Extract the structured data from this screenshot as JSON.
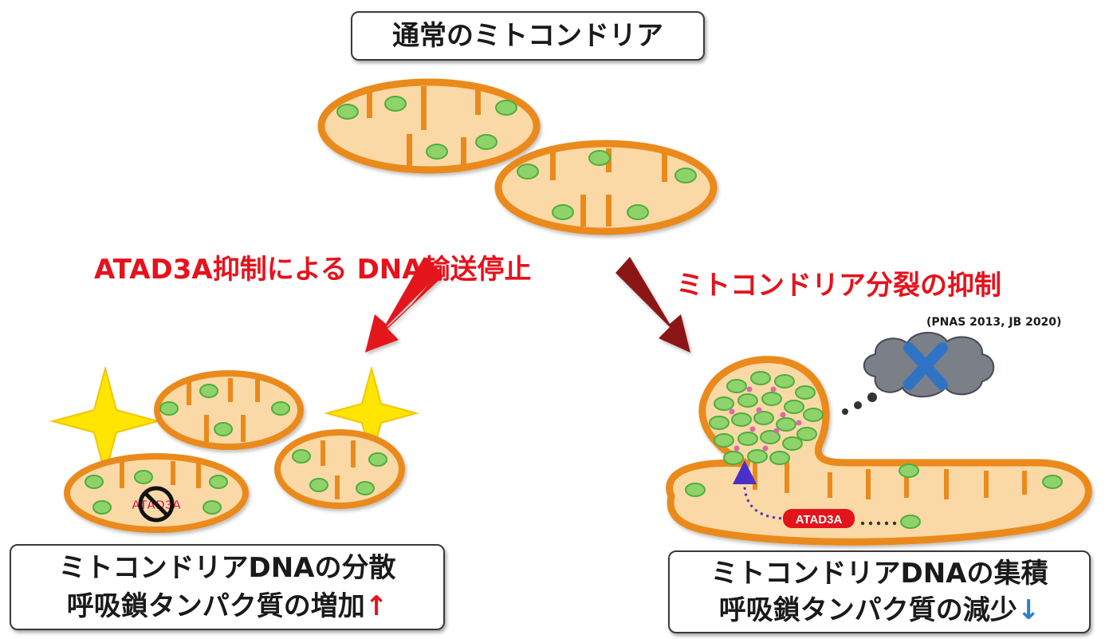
{
  "title": "通常のミトコンドリア",
  "left_branch": {
    "label_lines": [
      "ATAD3A抑制による",
      "DNA輸送停止"
    ],
    "result_lines": [
      "ミトコンドリアDNAの分散",
      "呼吸鎖タンパク質の増加"
    ],
    "trend_arrow": "↑",
    "protein_label": "ATAD3A"
  },
  "right_branch": {
    "label": "ミトコンドリア分裂の抑制",
    "citation": "(PNAS 2013, JB 2020)",
    "result_lines": [
      "ミトコンドリアDNAの集積",
      "呼吸鎖タンパク質の減少"
    ],
    "trend_arrow": "↓",
    "protein_label": "ATAD3A"
  },
  "colors": {
    "membrane": "#ea8a1c",
    "matrix": "#fbd9a6",
    "nucleoid": "#8ed36b",
    "nucleoid_edge": "#4fae3b",
    "arrow_red": "#e3141b",
    "arrow_dark": "#8c1414",
    "sparkle": "#ffe500",
    "text_red": "#e6121c",
    "up_arrow": "#e6121c",
    "down_arrow": "#2c7fd6",
    "cloud": "#7a7f88",
    "cross": "#2f74c4",
    "path_arrow": "#4a30c8"
  }
}
